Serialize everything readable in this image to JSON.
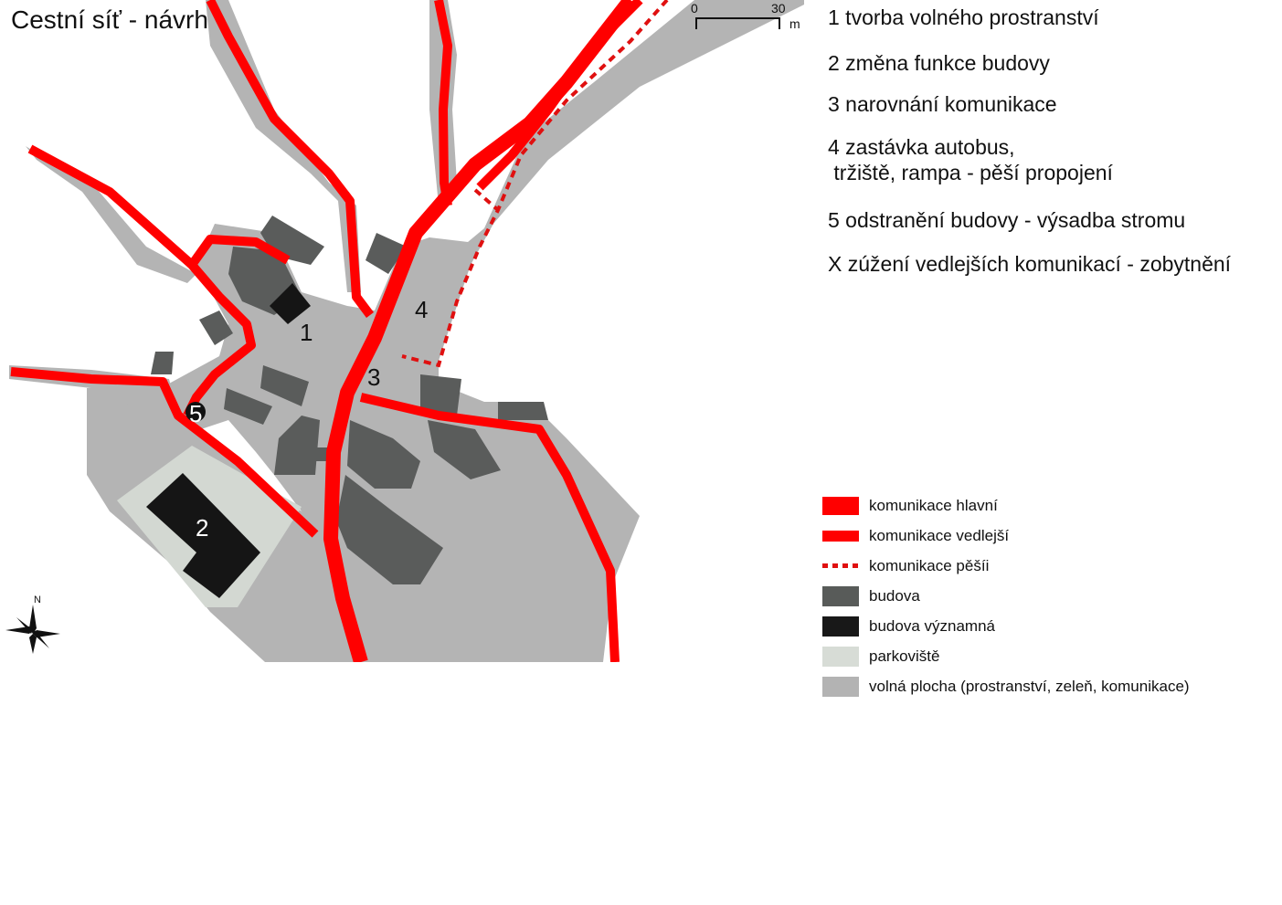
{
  "title": "Cestní síť - návrh",
  "scale_bar": {
    "min_label": "0",
    "max_label": "30",
    "unit": "m"
  },
  "north_label": "N",
  "map_labels": {
    "one": "1",
    "two": "2",
    "three": "3",
    "four": "4",
    "five": "5"
  },
  "notes": [
    "1 tvorba volného prostranství",
    "2 změna funkce budovy",
    "3 narovnání komunikace",
    "4 zastávka autobus,\n tržiště, rampa - pěší propojení",
    "5 odstranění budovy - výsadba stromu",
    "X zúžení vedlejších komunikací - zobytnění"
  ],
  "legend": [
    {
      "label": "komunikace hlavní",
      "icon": "thick-red-line-icon",
      "color": "#ff0000"
    },
    {
      "label": "komunikace vedlejší",
      "icon": "red-line-icon",
      "color": "#ff0000"
    },
    {
      "label": "komunikace pěšíi",
      "icon": "dotted-red-line-icon",
      "color": "#e01010"
    },
    {
      "label": "budova",
      "icon": "dark-gray-square-icon",
      "color": "#585b59"
    },
    {
      "label": "budova významná",
      "icon": "black-square-icon",
      "color": "#181818"
    },
    {
      "label": "parkoviště",
      "icon": "light-gray-square-icon",
      "color": "#d7dcd6"
    },
    {
      "label": "volná plocha (prostranství, zeleň, komunikace)",
      "icon": "gray-square-icon",
      "color": "#b3b3b3"
    }
  ]
}
